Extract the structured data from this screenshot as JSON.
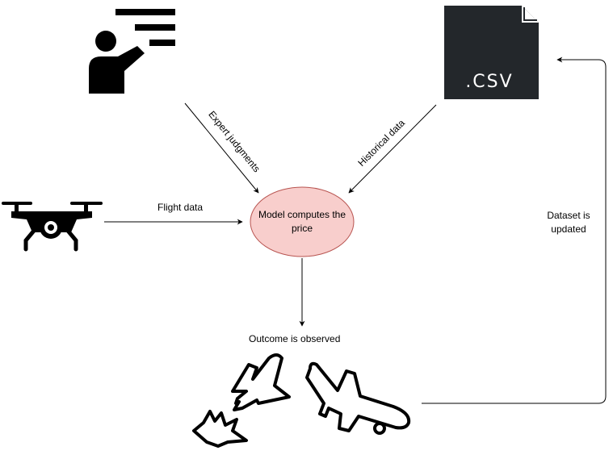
{
  "diagram": {
    "model_node": {
      "label": "Model computes the price",
      "fill": "#f8cecc",
      "stroke": "#b85450"
    },
    "edges": {
      "expert": "Expert judgments",
      "historical": "Historical data",
      "flight": "Flight data",
      "dataset": "Dataset is updated"
    },
    "outcome_label": "Outcome is observed",
    "csv_icon_text": ".CSV",
    "colors": {
      "csv_bg": "#23272b",
      "csv_text": "#ffffff",
      "line": "#000000"
    }
  },
  "icons": [
    "presenter-icon",
    "csv-file-icon",
    "drone-icon",
    "plane-crash-icon",
    "plane-landing-icon"
  ]
}
